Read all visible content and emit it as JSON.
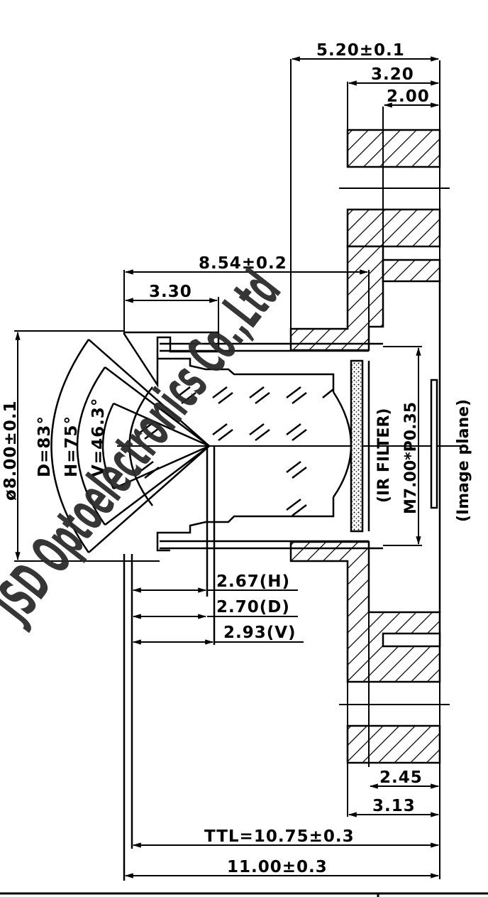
{
  "drawing": {
    "type": "lens mechanical drawing (cross-section)",
    "watermark": "JSD Optoelectronics Co.,Ltd",
    "dimensions": {
      "holder_width": "5.20±0.1",
      "holder_inner_1": "3.20",
      "holder_inner_2": "2.00",
      "barrel_length": "8.54±0.2",
      "front_length": "3.30",
      "outer_diameter": "ø8.00±0.1",
      "fov_d": "D=83°",
      "fov_h": "H=75°",
      "fov_v": "V=46.3°",
      "ep_h": "2.67(H)",
      "ep_d": "2.70(D)",
      "ep_v": "2.93(V)",
      "bottom_1": "2.45",
      "bottom_2": "3.13",
      "ttl": "TTL=10.75±0.3",
      "total_length": "11.00±0.3"
    },
    "labels": {
      "ir_filter": "(IR FILTER)",
      "thread": "M7.00*P0.35",
      "image_plane": "(Image plane)"
    }
  }
}
